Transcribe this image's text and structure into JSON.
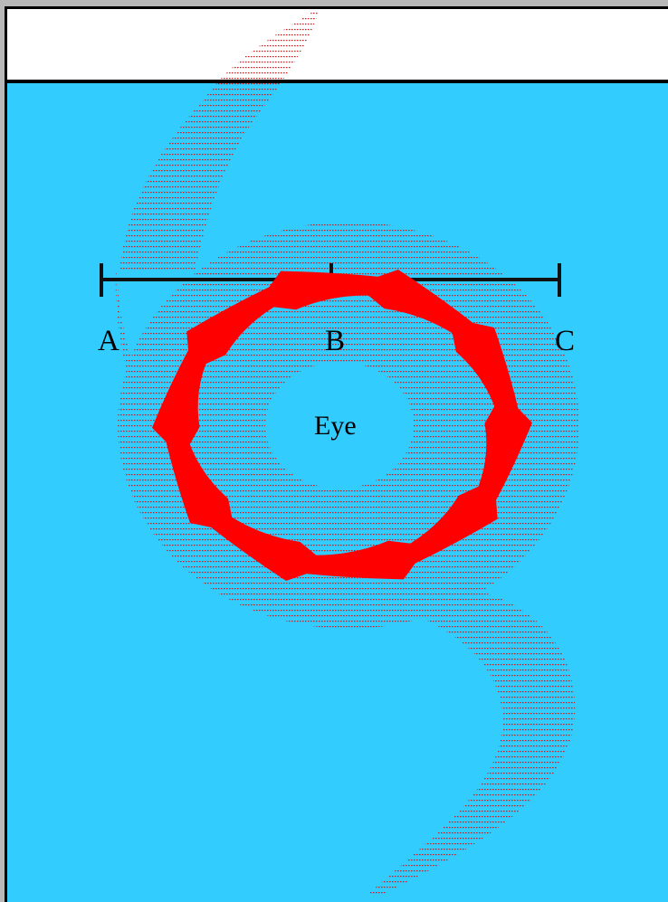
{
  "diagram": {
    "labels": {
      "a": "A",
      "b": "B",
      "c": "C",
      "eye": "Eye"
    },
    "colors": {
      "ocean": "#33ccff",
      "rain_band_dots": "#cc2222",
      "arrows": "#ff0000",
      "scale_line": "#111111",
      "header_band": "#ffffff"
    },
    "arrow_count": 10,
    "arrow_direction": "counterclockwise"
  }
}
